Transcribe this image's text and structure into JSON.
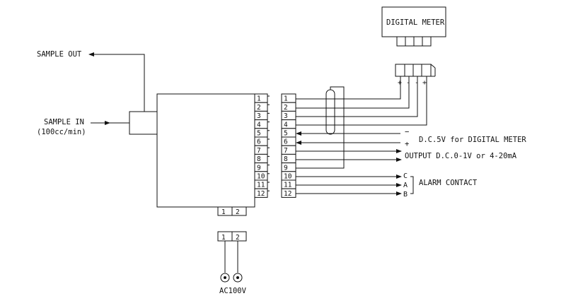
{
  "labels": {
    "sample_out": "SAMPLE OUT",
    "sample_in": "SAMPLE IN",
    "flow_rate": "(100cc/min)",
    "digital_meter": "DIGITAL METER",
    "dc5v": "D.C.5V for DIGITAL METER",
    "output": "OUTPUT D.C.0-1V or 4-20mA",
    "alarm_contact": "ALARM CONTACT",
    "ac100v": "AC100V"
  },
  "polarity": {
    "meter": [
      "+",
      "-",
      "-",
      "+"
    ],
    "dc_minus": "−",
    "dc_plus": "+"
  },
  "alarm_terms": [
    "C",
    "A",
    "B"
  ],
  "terminals": [
    "1",
    "2",
    "3",
    "4",
    "5",
    "6",
    "7",
    "8",
    "9",
    "10",
    "11",
    "12"
  ],
  "power_terminals": [
    "1",
    "2"
  ]
}
